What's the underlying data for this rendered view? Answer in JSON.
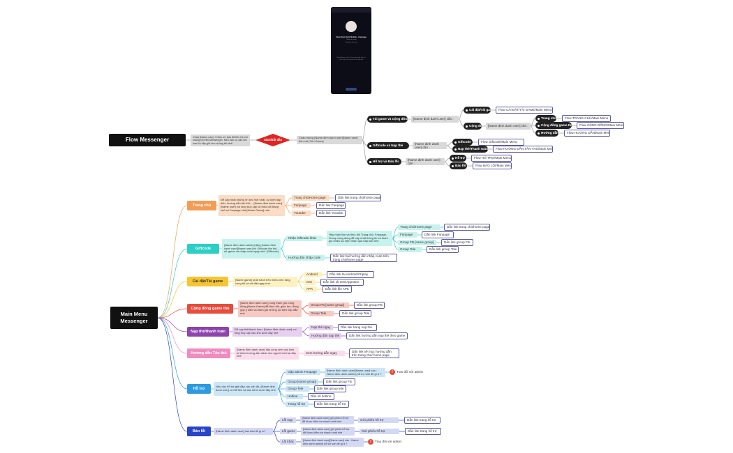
{
  "phone": {
    "title": "Flow Kiến thức Mobile - Fanpage",
    "line1": "Thông tin trang",
    "line2": "Tìm hiểu về trang",
    "msg": "Chào [Name user]! Cảm ơn bạn đã liên hệ. Chọn một mục bên dưới để bắt đầu."
  },
  "top": {
    "root": "Flow Messenger",
    "greet": "Chào [Name user] ! Cảm ơn bạn đã liên hệ với chúng tôi trên Messenger. Nếu bạn có câu hỏi nào thì hãy gửi cho chúng tôi nhé!",
    "start": "Start/Bắt đầu",
    "welcome": "Chào mừng [Name định danh user][Name user] đến với [Tên Game]",
    "b1": "Tải game và Cộng đồng",
    "b1msg": "[Name định danh user] cần :",
    "b1a": "Cài đặt/Tải game",
    "b1a_link": "Flow CÀI ĐẶT/TẢI GAME/Main Menu",
    "b1b": "Cộng đồng",
    "b1b_msg": "[Name định danh user] cần :",
    "b1b1": "Trang chủ",
    "b1b1_link": "Flow TRANG CHỦ/Main Menu",
    "b1b2": "Cộng đồng game thủ",
    "b1b2_link": "Flow CỘNG ĐỒNG/Main Menu",
    "b1b3": "Hướng dẫn",
    "b1b3_link": "Flow HƯỚNG DẪN/Main Menu",
    "b2": "Giftcode và Nạp thẻ",
    "b2msg": "[Name định danh user] cần :",
    "b2a": "Giftcode",
    "b2a_link": "Flow Giftcode/Main Menu",
    "b2b": "Nạp thẻ/Thanh toán",
    "b2b_link": "Flow HƯỚNG DẪN TÂN THỦ/Main Menu",
    "b3": "Hỗ trợ và Báo lỗi",
    "b3msg": "[Name định danh user] cần :",
    "b3a": "Hỗ trợ",
    "b3a_link": "Flow HỖ TRỢ/Main Menu",
    "b3b": "Báo lỗi",
    "b3b_link": "Flow BÁO LỖI/Main Menu"
  },
  "menu": {
    "root": "Main Menu Messenger",
    "home": {
      "label": "Trang chủ",
      "desc": "Để cập nhật những tin tức mới nhất, sự kiện hấp dẫn, hướng dẫn tân thủ,... [Name định danh user][Name user] vui lòng truy cập và theo dõi trang chủ và Fanpage của [Name Game] nhé",
      "c1": "Trang chủ/Home page",
      "c1_link": "Dẫn link trang chủ/home page",
      "c2": "Fanpage",
      "c2_link": "Dẫn link Fanpage",
      "c3": "Youtube",
      "c3_link": "Dẫn link Youtube"
    },
    "gift": {
      "label": "Giftcode",
      "desc": "[Name định danh admin] tặng [Name định danh user][Name user] bộ Giftcode tân thủ, sử game và nhập code ngay nhé: [Giftcode]",
      "c1": "Nhận Giftcode khác",
      "c1_desc": "Hãy nhấn like và theo dõi Trang chủ, Fanpage, Group cộng đồng để cập nhật thông tin và tham gia nhiều sự kiện nhận quà hấp dẫn nhé",
      "c1a": "Trang chủ/Home page",
      "c1a_link": "Dẫn link trang chủ/home page",
      "c1b": "Fanpage",
      "c1b_link": "Dẫn link Fanpage",
      "c1c": "Group FB [name group]",
      "c1c_link": "Dẫn link group FB",
      "c1d": "Group Tele",
      "c1d_link": "Dẫn link group Tele",
      "c2": "Hướng dẫn nhập code",
      "c2_link": "Dẫn link bài hướng dẫn nhập code trên trang chủ/home page"
    },
    "install": {
      "label": "Cài đặt/Tải game",
      "desc": "[Name game] phát hành trên nhiều nền tảng, cùng tải và cài đặt ngay nhé",
      "c1": "Android",
      "c1_link": "Dẫn link tải Android/Chplay",
      "c2": "IOS",
      "c2_link": "Dẫn link tải IOS/Appstore",
      "c3": "APK",
      "c3_link": "Dẫn link file APK"
    },
    "community": {
      "label": "Cộng đồng game thủ",
      "desc": "[Name định danh user] cùng tham gia Cộng đồng [Name Game] để theo dõi, giao lưu, đóng góp ý kiến và tham gia những sự kiện hấp dẫn nhé",
      "c1": "Group FB [name group]",
      "c1_link": "Dẫn link group FB",
      "c2": "Group Tele",
      "c2_link": "Dẫn link group Tele"
    },
    "topup": {
      "label": "Nạp thẻ/thanh toán",
      "desc": "Để nạp thẻ/thanh toán, [Name định danh user] vui lòng truy cập vào link dưới đây nhé",
      "c1": "Nạp thẻ ngay",
      "c1_link": "Dẫn link trang nạp thẻ",
      "c2": "Hướng dẫn nạp thẻ",
      "c2_link": "Dẫn link hướng dẫn nạp thẻ theo game"
    },
    "newbie": {
      "label": "Hướng dẫn Tân thủ",
      "desc": "[Name định danh user] hãy cùng xem các kinh bí kiếm hướng dẫn dành cho người chơi tại đây nhé",
      "c1": "Xem hướng dẫn ngay",
      "c1_link": "Dẫn link về mục hướng dẫn trên trang chủ/ home page"
    },
    "support": {
      "label": "Hỗ trợ",
      "desc": "Nếu cần hỗ trợ giải đáp các vấn đề, [Name định danh user] có thể liên hệ các kênh dưới đây nhé",
      "c1": "Gặp admin Fanpage",
      "c1_msg": "[Name định danh user][Name user] cần : Name định danh admin] hỗ trợ vấn đề gì ạ ?",
      "c1_adm": "Trao đổi với admin",
      "c2": "Group [name group]",
      "c2_link": "Dẫn link group FB",
      "c3": "Group Tele",
      "c3_link": "Dẫn link group tele",
      "c4": "Hotline",
      "c4_link": "Dẫn số hotline",
      "c5": "Trang hỗ trợ",
      "c5_link": "Dẫn link trang hỗ trợ"
    },
    "bug": {
      "label": "Báo lỗi",
      "desc": "[Name định danh user] cần báo lỗi gì ạ?",
      "c1": "Lỗi nạp",
      "c1_msg": "[Name định danh user] gửi phiếu hỗ trợ để được kiểm tra nhanh nhất nhé",
      "c1_send": "Gửi phiếu hỗ trợ",
      "c1_link": "Dẫn link trang hỗ trợ",
      "c2": "Lỗi game",
      "c2_msg": "[Name định danh user] gửi phiếu hỗ trợ để được kiểm tra nhanh nhất nhé",
      "c2_send": "Gửi phiếu hỗ trợ",
      "c2_link": "Dẫn link trang hỗ trợ",
      "c3": "Lỗi khác",
      "c3_msg": "[Name định danh user][Name user] cần : Name định danh admin] hỗ trợ vấn đề gì ạ ?",
      "c3_adm": "Trao đổi với admin"
    }
  },
  "colors": {
    "home": "#f39c56",
    "gift": "#2bcfc3",
    "install": "#f6c531",
    "community": "#e74c3c",
    "topup": "#8e44ad",
    "newbie": "#f08cbf",
    "support": "#2d9be0",
    "bug": "#2a44c8"
  }
}
